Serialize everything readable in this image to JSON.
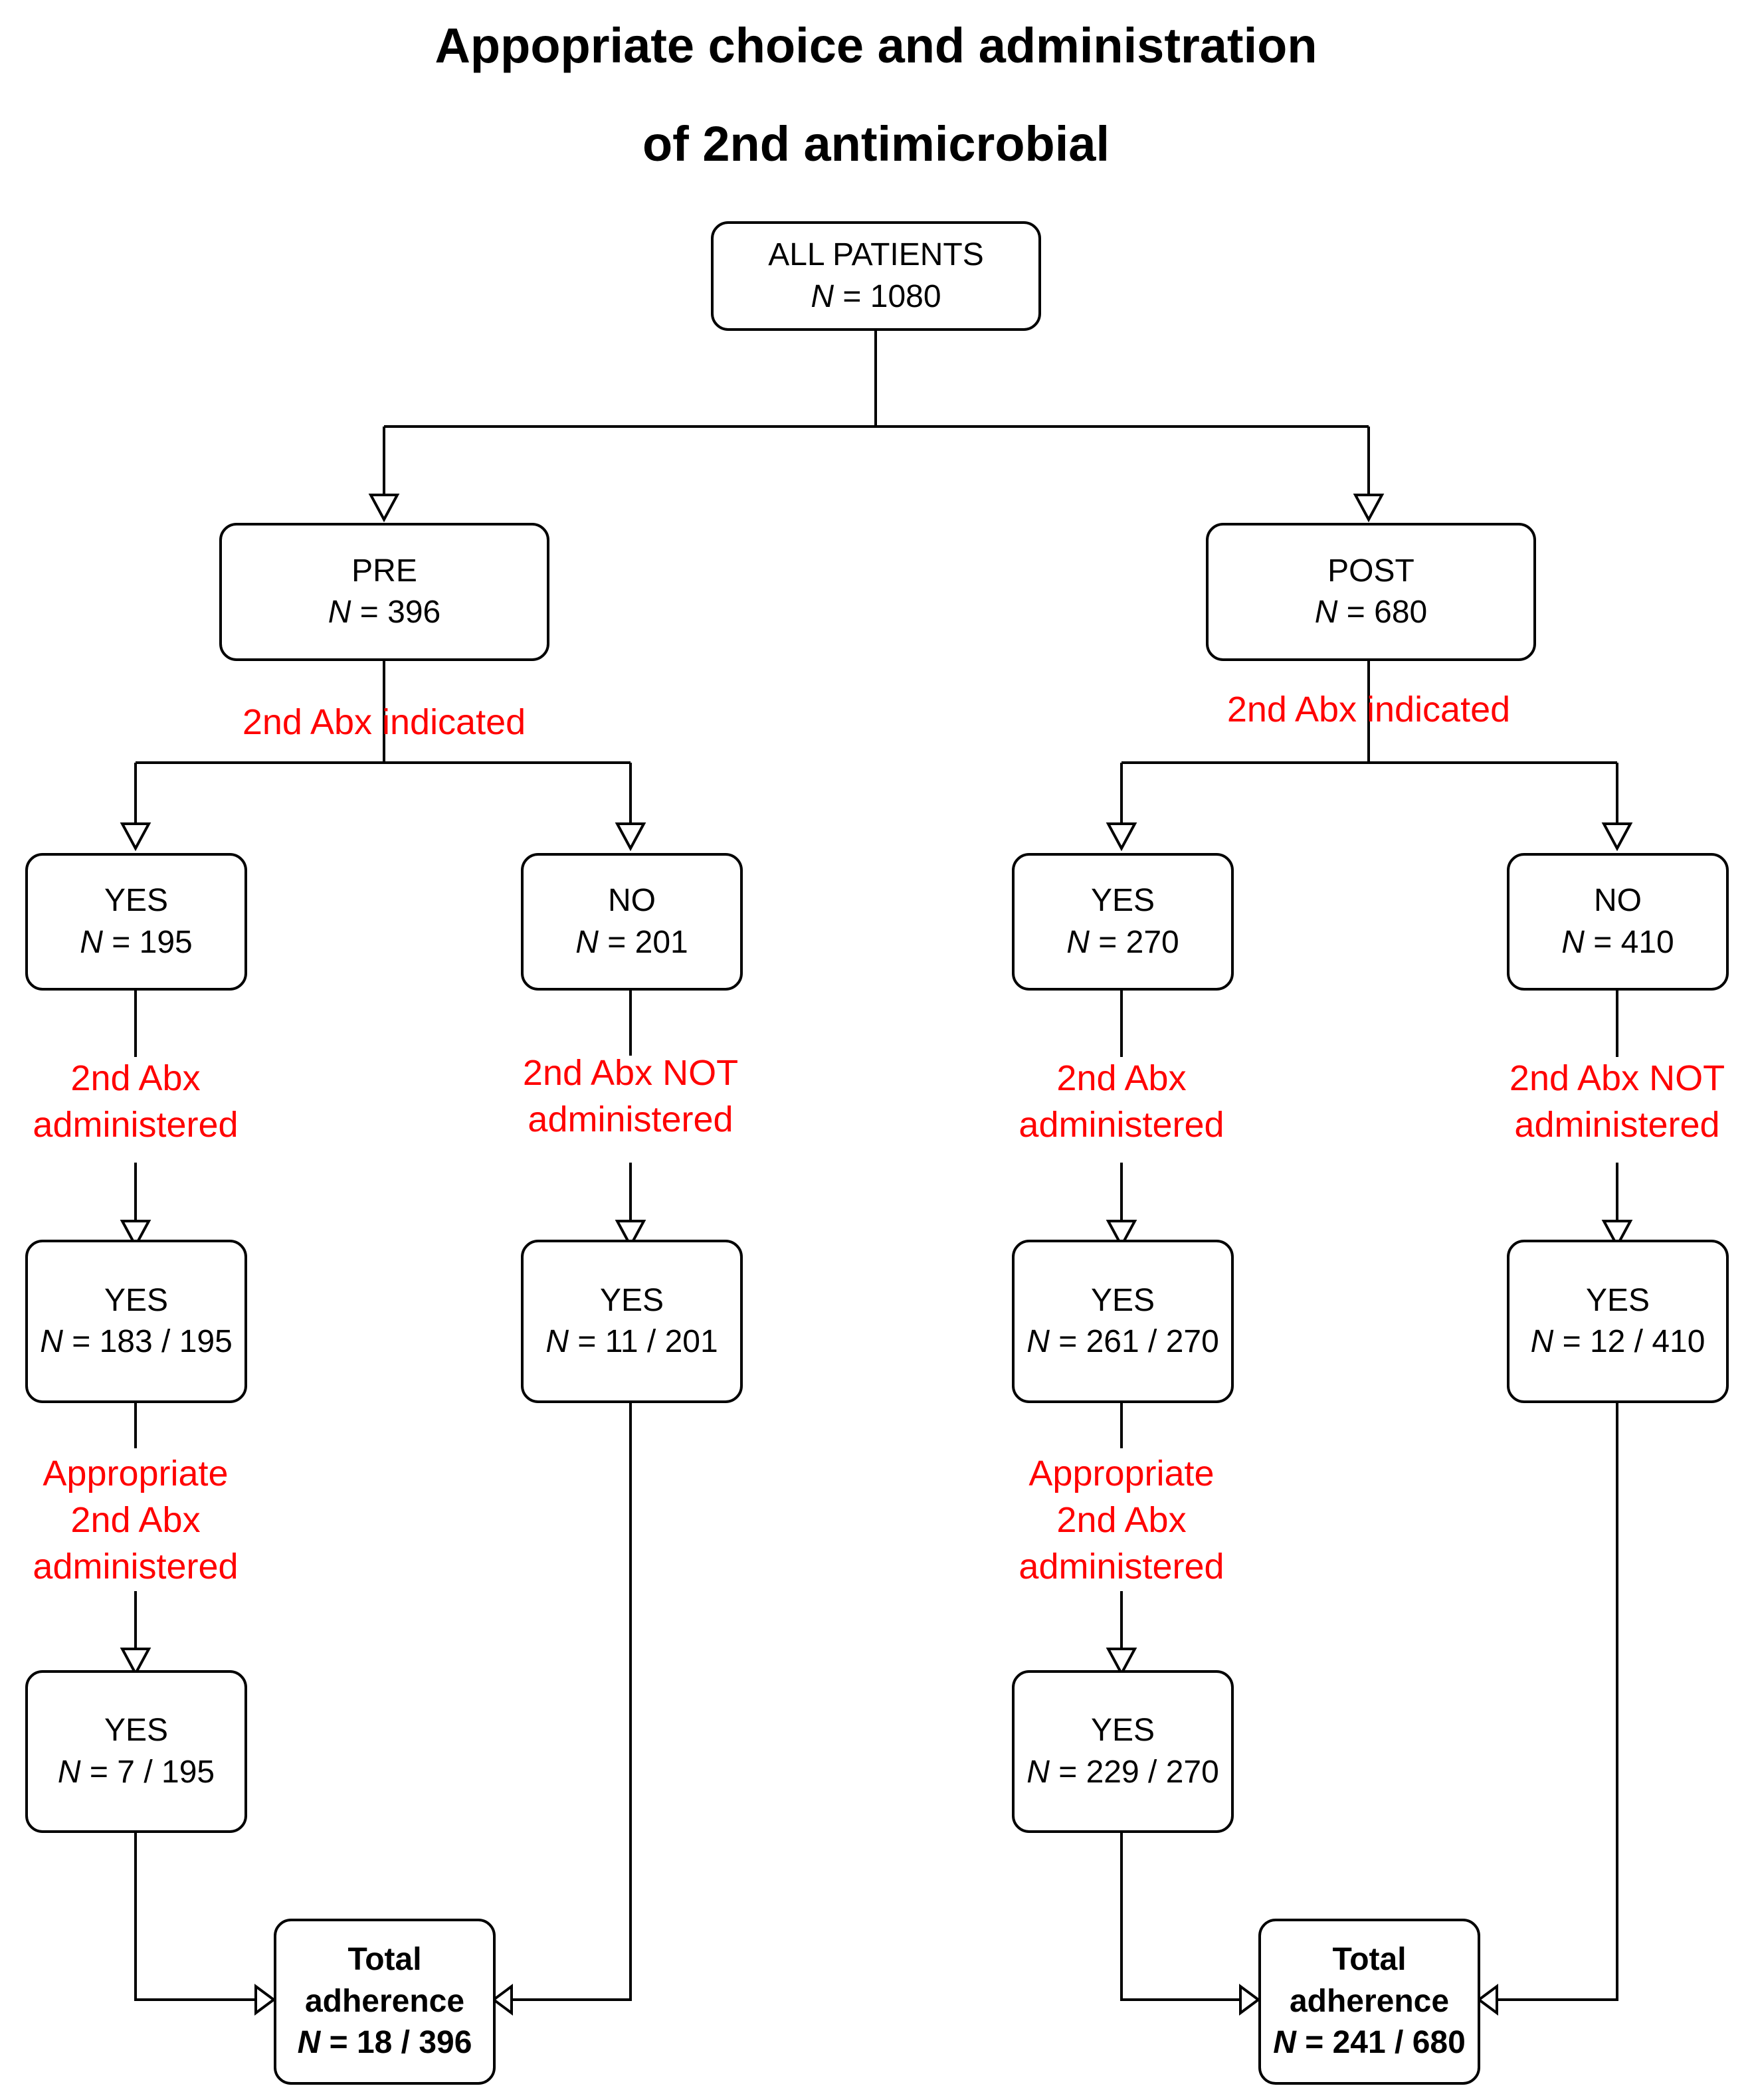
{
  "title": {
    "line1": "Appopriate choice and administration",
    "line2": "of 2nd antimicrobial"
  },
  "nodes": {
    "all": {
      "label": "ALL PATIENTS",
      "n_prefix": "N",
      "n_value": "= 1080"
    },
    "pre": {
      "label": "PRE",
      "n_prefix": "N",
      "n_value": "= 396"
    },
    "post": {
      "label": "POST",
      "n_prefix": "N",
      "n_value": "= 680"
    },
    "pre_yes": {
      "label": "YES",
      "n_prefix": "N",
      "n_value": "= 195"
    },
    "pre_no": {
      "label": "NO",
      "n_prefix": "N",
      "n_value": "= 201"
    },
    "post_yes": {
      "label": "YES",
      "n_prefix": "N",
      "n_value": "= 270"
    },
    "post_no": {
      "label": "NO",
      "n_prefix": "N",
      "n_value": "= 410"
    },
    "pre_yes_admin": {
      "label": "YES",
      "n_prefix": "N",
      "n_value": "= 183 / 195"
    },
    "pre_no_notadmin": {
      "label": "YES",
      "n_prefix": "N",
      "n_value": "= 11 / 201"
    },
    "post_yes_admin": {
      "label": "YES",
      "n_prefix": "N",
      "n_value": "= 261 / 270"
    },
    "post_no_notadmin": {
      "label": "YES",
      "n_prefix": "N",
      "n_value": "= 12 / 410"
    },
    "pre_appropriate": {
      "label": "YES",
      "n_prefix": "N",
      "n_value": "= 7 / 195"
    },
    "post_appropriate": {
      "label": "YES",
      "n_prefix": "N",
      "n_value": "= 229 / 270"
    },
    "pre_total": {
      "line1": "Total",
      "line2": "adherence",
      "n_prefix": "N",
      "n_value": "= 18 / 396"
    },
    "post_total": {
      "line1": "Total",
      "line2": "adherence",
      "n_prefix": "N",
      "n_value": "= 241 / 680"
    }
  },
  "edge_labels": {
    "pre_indicated": "2nd Abx indicated",
    "post_indicated": "2nd Abx indicated",
    "pre_admin": [
      "2nd Abx",
      "administered"
    ],
    "pre_notadmin": [
      "2nd Abx NOT",
      "administered"
    ],
    "post_admin": [
      "2nd Abx",
      "administered"
    ],
    "post_notadmin": [
      "2nd Abx NOT",
      "administered"
    ],
    "pre_appropriate": [
      "Appropriate",
      "2nd Abx",
      "administered"
    ],
    "post_appropriate": [
      "Appropriate",
      "2nd Abx",
      "administered"
    ]
  },
  "colors": {
    "edge_label": "#ff0000",
    "line": "#000000",
    "node_border": "#000000"
  }
}
